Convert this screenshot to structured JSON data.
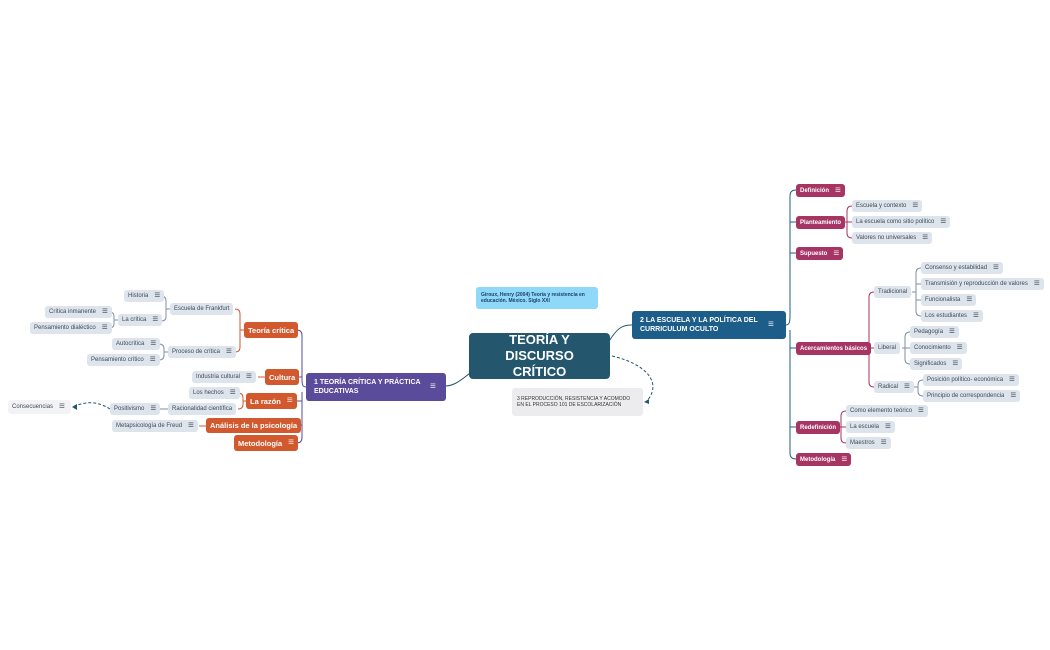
{
  "colors": {
    "root": "#24576e",
    "right_branch": "#1d5d8a",
    "left_branch": "#5a4c9a",
    "magenta": "#a63563",
    "orange": "#d2582e",
    "leaf": "#dde4ec",
    "note": "#8fd8f8",
    "relation": "#24576e"
  },
  "icons": {
    "note": "note-lines-icon"
  },
  "map": {
    "root": "TEORÍA Y DISCURSO CRÍTICO",
    "floating": {
      "citation": "Giroux, Henry (2004) Teoría y resistencia en educación. México. Siglo XXI",
      "topic3": "3 REPRODUCCIÓN, RESISTENCIA Y ACOMODO EN EL PROCESO 101 DE ESCOLARIZACIÓN",
      "consecuencias": "Consecuencias"
    },
    "right": {
      "label": "2 LA ESCUELA Y LA POLÍTICA DEL CURRICULUM OCULTO",
      "definicion": "Definición",
      "planteamiento": {
        "label": "Planteamiento",
        "items": [
          "Escuela y contexto",
          "La escuela como sitio político",
          "Valores no universales"
        ]
      },
      "supuesto": "Supuesto",
      "acercamientos": {
        "label": "Acercamientos básicos",
        "tradicional": {
          "label": "Tradicional",
          "items": [
            "Consenso y estabilidad",
            "Transmisión y reproducción de valores",
            "Funcionalista",
            "Los estudiantes"
          ]
        },
        "liberal": {
          "label": "Liberal",
          "items": [
            "Pedagogía",
            "Conocimiento",
            "Significados"
          ]
        },
        "radical": {
          "label": "Radical",
          "items": [
            "Posición político- económica",
            "Principio de correspondencia"
          ]
        }
      },
      "redefinicion": {
        "label": "Redefinición",
        "items": [
          "Como elemento teórico",
          "La escuela",
          "Maestros"
        ]
      },
      "metodologia": "Metodología"
    },
    "left": {
      "label": "1 TEORÍA CRÍTICA Y PRÁCTICA EDUCATIVAS",
      "teoria_critica": {
        "label": "Teoría crítica",
        "escuela_frankfurt": {
          "label": "Escuela de Frankfurt",
          "historia": "Historia",
          "la_critica": {
            "label": "La crítica",
            "items": [
              "Crítica inmanente",
              "Pensamiento dialéctico"
            ]
          }
        },
        "proceso_critica": {
          "label": "Proceso de crítica",
          "items": [
            "Autocrítica",
            "Pensamiento crítico"
          ]
        }
      },
      "cultura": {
        "label": "Cultura",
        "industria": "Industria cultural"
      },
      "razon": {
        "label": "La razón",
        "hechos": "Los hechos",
        "racionalidad": {
          "label": "Racionalidad científica",
          "positivismo": "Positivismo"
        }
      },
      "psicologia": {
        "label": "Análisis de la psicología",
        "metapsicologia": "Metapsicología de Freud"
      },
      "metodologia": "Metodología"
    }
  }
}
